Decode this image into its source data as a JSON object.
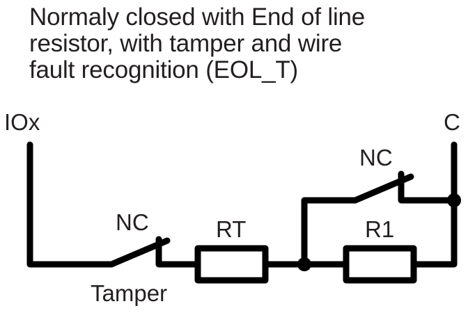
{
  "title": {
    "lines": [
      "Normaly closed with End of line",
      "resistor, with tamper and wire",
      "fault recognition (EOL_T)"
    ]
  },
  "terminals": {
    "left": "IOx",
    "right": "C"
  },
  "components": {
    "tamper_switch": {
      "type_label": "NC",
      "name_label": "Tamper"
    },
    "resistor_rt": {
      "label": "RT"
    },
    "resistor_r1": {
      "label": "R1"
    },
    "sensor_switch": {
      "type_label": "NC"
    }
  },
  "colors": {
    "wire": "#000000",
    "text": "#231f20",
    "background": "#ffffff"
  }
}
